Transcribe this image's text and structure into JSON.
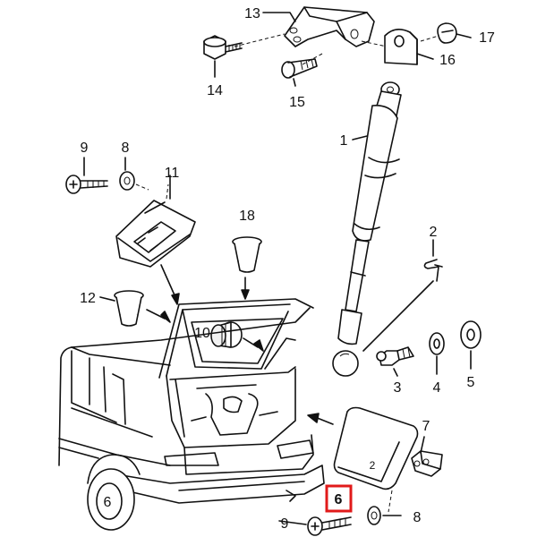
{
  "diagram": {
    "highlight_color": "#e11a1a",
    "highlighted_part": "6",
    "callouts": [
      {
        "id": "c13",
        "text": "13"
      },
      {
        "id": "c17",
        "text": "17"
      },
      {
        "id": "c16",
        "text": "16"
      },
      {
        "id": "c14",
        "text": "14"
      },
      {
        "id": "c15",
        "text": "15"
      },
      {
        "id": "c1",
        "text": "1"
      },
      {
        "id": "c9a",
        "text": "9"
      },
      {
        "id": "c8a",
        "text": "8"
      },
      {
        "id": "c11",
        "text": "11"
      },
      {
        "id": "c18",
        "text": "18"
      },
      {
        "id": "c2",
        "text": "2"
      },
      {
        "id": "c12",
        "text": "12"
      },
      {
        "id": "c10",
        "text": "10"
      },
      {
        "id": "c3",
        "text": "3"
      },
      {
        "id": "c4",
        "text": "4"
      },
      {
        "id": "c5",
        "text": "5"
      },
      {
        "id": "c7",
        "text": "7"
      },
      {
        "id": "c6",
        "text": "6"
      },
      {
        "id": "c9b",
        "text": "9"
      },
      {
        "id": "c8b",
        "text": "8"
      },
      {
        "id": "cwheel",
        "text": "6"
      },
      {
        "id": "cpad",
        "text": "2"
      }
    ]
  }
}
